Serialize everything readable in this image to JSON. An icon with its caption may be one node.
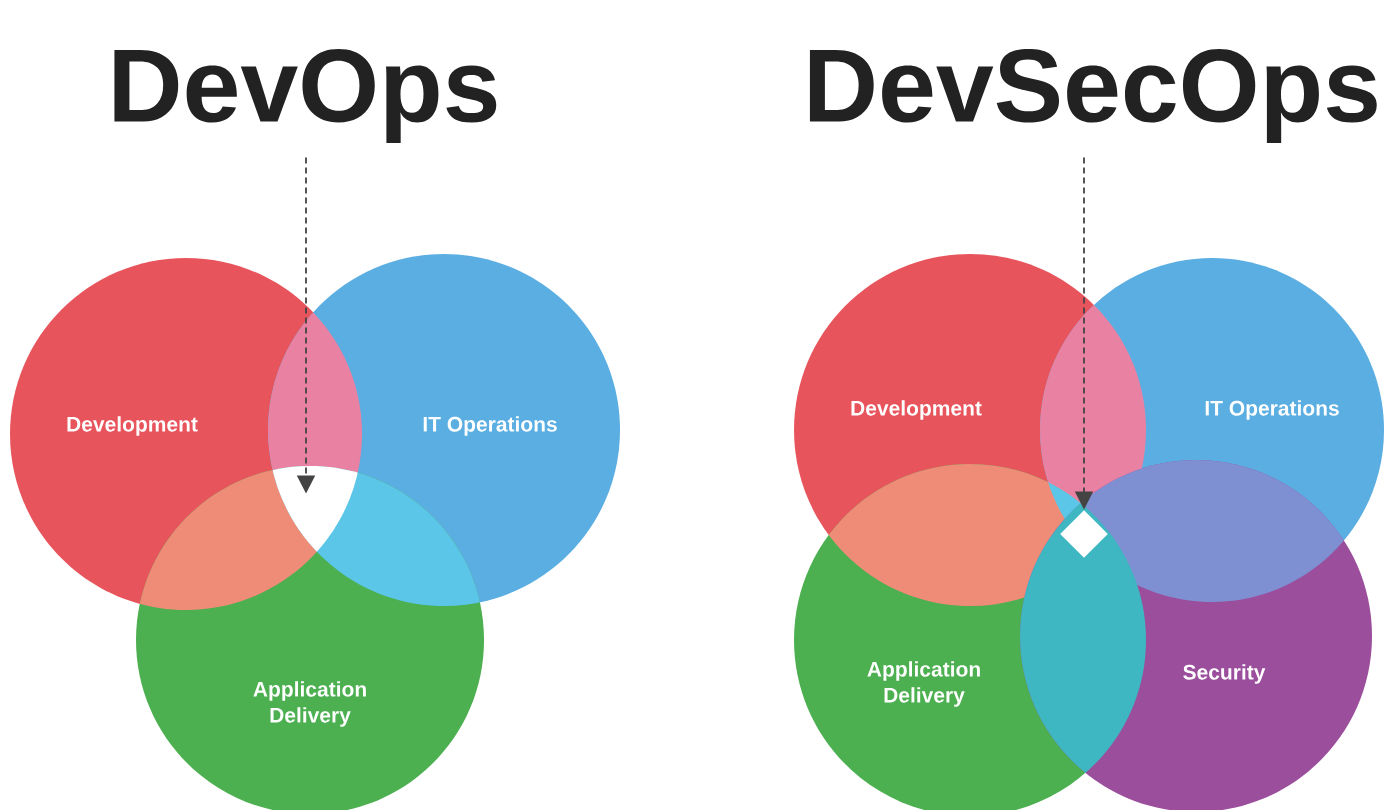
{
  "diagram": {
    "nodes": [
      {
        "text": [
          "DevOps"
        ]
      },
      {
        "text": [
          "Development"
        ]
      },
      {
        "text": [
          "IT Operations"
        ]
      },
      {
        "text": [
          "Application Delivery"
        ]
      },
      {
        "text": [],
        "shape": "triangle"
      },
      {
        "text": [
          "DevSecOps"
        ]
      },
      {
        "text": [
          "Development"
        ]
      },
      {
        "text": [
          "IT Operations"
        ]
      },
      {
        "text": [
          "Application Delivery"
        ]
      },
      {
        "text": [
          "Security"
        ]
      },
      {
        "text": [],
        "shape": "diamond"
      }
    ],
    "edges": [
      {
        "from": 0,
        "to": 4,
        "arrow": "to",
        "style": "dashed"
      },
      {
        "from": 5,
        "to": 10,
        "arrow": "to",
        "style": "dashed"
      }
    ]
  }
}
